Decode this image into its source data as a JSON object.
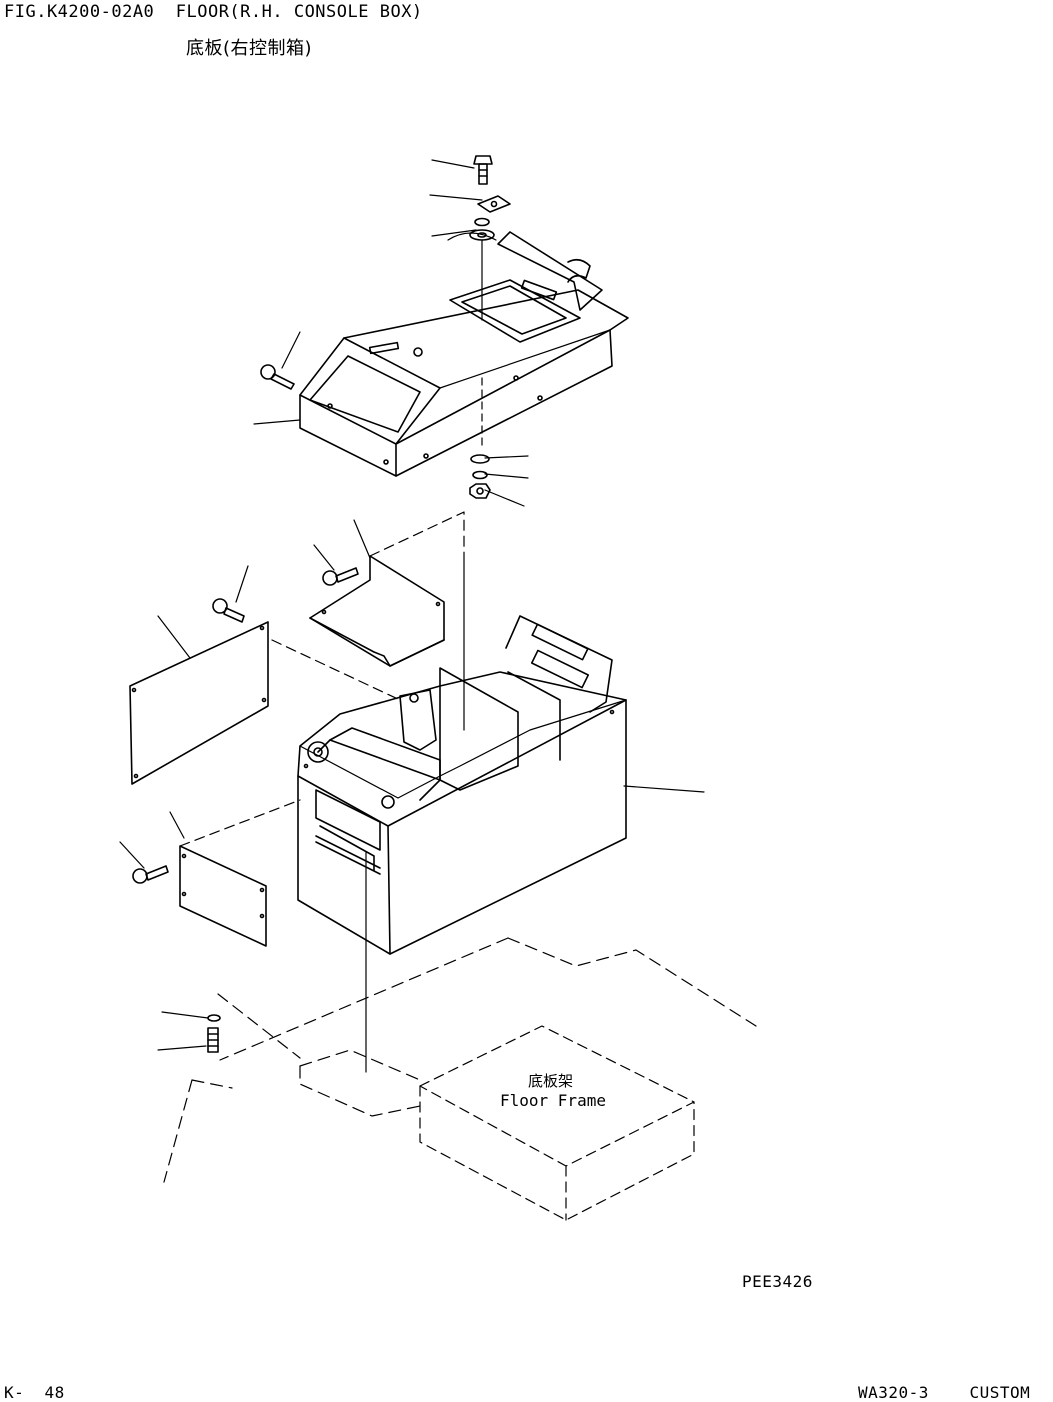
{
  "header": {
    "title": "FIG.K4200-02A0  FLOOR(R.H. CONSOLE BOX)",
    "subtitle": "底板(右控制箱)"
  },
  "drawing": {
    "frame_label_cn": "底板架",
    "frame_label_en": "Floor Frame",
    "ref_code": "PEE3426"
  },
  "footer": {
    "page": "K-  48",
    "model": "WA320-3    CUSTOM"
  }
}
